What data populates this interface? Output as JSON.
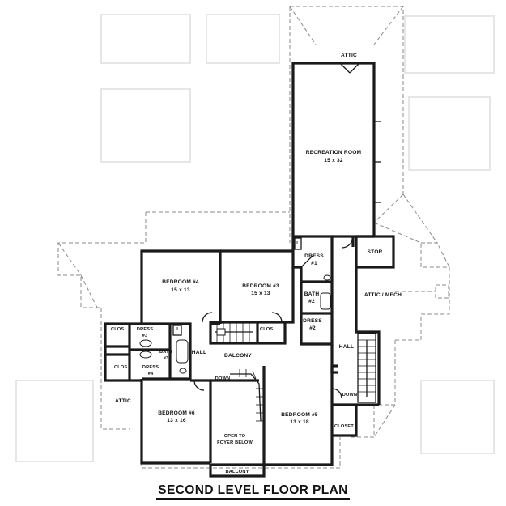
{
  "title": "SECOND LEVEL FLOOR PLAN",
  "rooms": {
    "attic_top": "ATTIC",
    "recreation_room_name": "RECREATION ROOM",
    "recreation_room_size": "15 x 32",
    "bedroom4_name": "BEDROOM #4",
    "bedroom4_size": "15 x 13",
    "bedroom3_name": "BEDROOM #3",
    "bedroom3_size": "15 x 13",
    "dress1_a": "DRESS",
    "dress1_b": "#1",
    "stor": "STOR.",
    "bath2_a": "BATH",
    "bath2_b": "#2",
    "dress2_a": "DRESS",
    "dress2_b": "#2",
    "attic_mech": "ATTIC / MECH.",
    "clos_left_top": "CLOS.",
    "dress3_a": "DRESS",
    "dress3_b": "#3",
    "bath3_a": "BATH",
    "bath3_b": "#3",
    "clos_left_bottom": "CLOS.",
    "dress4_a": "DRESS",
    "dress4_b": "#4",
    "clos_stair": "CLOS.",
    "hall_left": "HALL",
    "balcony_upper": "BALCONY",
    "hall_right": "HALL",
    "attic_left": "ATTIC",
    "bedroom6_name": "BEDROOM #6",
    "bedroom6_size": "13 x 16",
    "open_to_a": "OPEN TO",
    "open_to_b": "FOYER BELOW",
    "bedroom5_name": "BEDROOM #5",
    "bedroom5_size": "13 x 18",
    "closet": "CLOSET",
    "balcony_lower": "BALCONY",
    "dn_center": "DOWN",
    "dn_right": "DOWN",
    "l_dress1": "L",
    "l_bath3": "L"
  }
}
